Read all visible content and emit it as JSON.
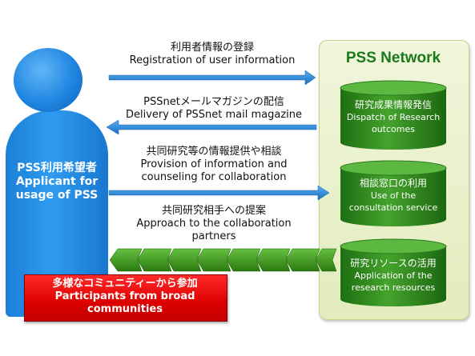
{
  "applicant": {
    "jp": "PSS利用希望者",
    "en_line1": "Applicant for",
    "en_line2": "usage of PSS"
  },
  "network": {
    "title": "PSS Network",
    "services": [
      {
        "jp": "研究成果情報発信",
        "en_line1": "Dispatch of Research",
        "en_line2": "outcomes"
      },
      {
        "jp": "相談窓口の利用",
        "en_line1": "Use of the",
        "en_line2": "consultation service"
      },
      {
        "jp": "研究リソースの活用",
        "en_line1": "Application of the",
        "en_line2": "research resources"
      }
    ]
  },
  "flows": [
    {
      "jp": "利用者情報の登録",
      "en_line1": "Registration of user information",
      "en_line2": "",
      "direction": "right"
    },
    {
      "jp": "PSSnetメールマガジンの配信",
      "en_line1": "Delivery of PSSnet mail magazine",
      "en_line2": "",
      "direction": "left"
    },
    {
      "jp": "共同研究等の情報提供や相談",
      "en_line1": "Provision of information and",
      "en_line2": "counseling for collaboration",
      "direction": "right"
    },
    {
      "jp": "共同研究相手への提案",
      "en_line1": "Approach to the collaboration",
      "en_line2": "partners",
      "direction": "left"
    }
  ],
  "community": {
    "jp": "多様なコミュニティーから参加",
    "en_line1": "Participants from broad",
    "en_line2": "communities"
  },
  "colors": {
    "person": "#1f86e2",
    "arrow": "#2280d0",
    "panel": "#e8f0c8",
    "cylinder": "#2f8a1e",
    "chevron": "#3c9a1c",
    "community": "#e00000"
  }
}
